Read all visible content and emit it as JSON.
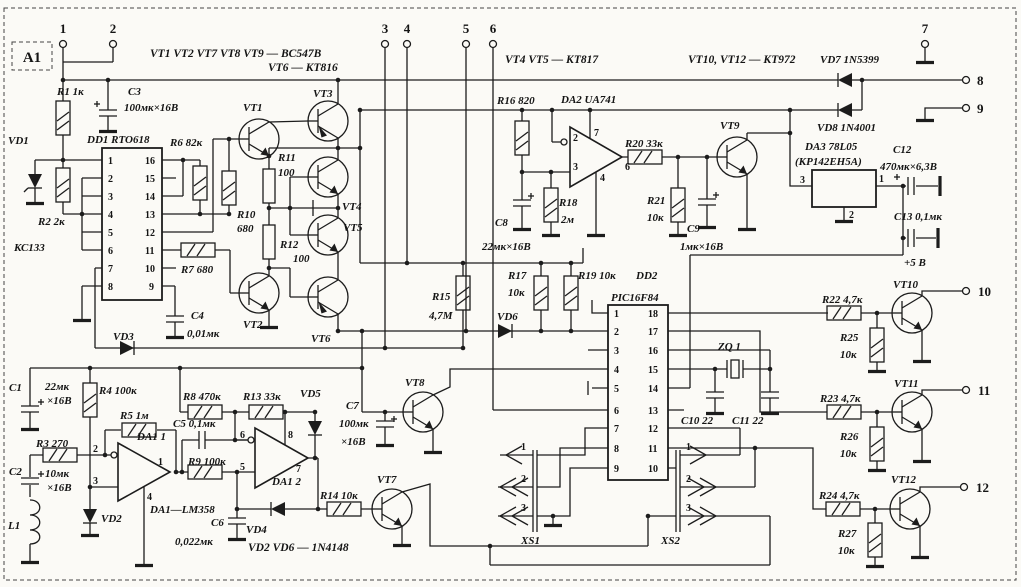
{
  "block": {
    "name": "A1"
  },
  "notes": {
    "bc547": "VT1 VT2 VT7 VT8 VT9 — BC547B",
    "kt816": "VT6 — КТ816",
    "kt817": "VT4 VT5 — КТ817",
    "kt972": "VT10, VT12 — КТ972",
    "n4148": "VD2  VD6 — 1N4148"
  },
  "terminals": [
    "1",
    "2",
    "3",
    "4",
    "5",
    "6",
    "7",
    "8",
    "9",
    "10",
    "11",
    "12"
  ],
  "labels": {
    "r1": "R1 1к",
    "r2": "R2 2к",
    "r3": "R3 270",
    "r4": "R4 100к",
    "r5": "R5 1м",
    "r6": "R6 82к",
    "r7": "R7 680",
    "r8": "R8 470к",
    "r9": "R9 100к",
    "r10": "R10",
    "r10v": "680",
    "r11": "R11",
    "r11v": "100",
    "r12": "R12",
    "r12v": "100",
    "r13": "R13 33к",
    "r14": "R14 10к",
    "r15": "R15",
    "r15v": "4,7М",
    "r16": "R16 820",
    "r17": "R17",
    "r17v": "10к",
    "r18": "R18",
    "r18v": "2м",
    "r19": "R19 10к",
    "r20": "R20 33к",
    "r21": "R21",
    "r21v": "10к",
    "r22": "R22 4,7к",
    "r23": "R23 4,7к",
    "r24": "R24 4,7к",
    "r25": "R25",
    "r25v": "10к",
    "r26": "R26",
    "r26v": "10к",
    "r27": "R27",
    "r27v": "10к",
    "c1": "C1",
    "c1v": "22мк",
    "c1u": "×16В",
    "c2": "C2",
    "c2v": "10мк",
    "c2u": "×16В",
    "c3": "C3",
    "c3v": "100мк×16В",
    "c4": "C4",
    "c4v": "0,01мк",
    "c5": "C5 0,1мк",
    "c6": "C6",
    "c6v": "0,022мк",
    "c7": "C7",
    "c7v": "100мк",
    "c7u": "×16В",
    "c8": "C8",
    "c8v": "22мк×16В",
    "c9": "C9",
    "c9v": "1мк×16В",
    "c10": "C10 22",
    "c11": "C11 22",
    "c12": "C12",
    "c12v": "470мк×6,3В",
    "c13": "C13 0,1мк",
    "vd1": "VD1",
    "kc133": "КС133",
    "vd2": "VD2",
    "vd3": "VD3",
    "vd4": "VD4",
    "vd5": "VD5",
    "vd6": "VD6",
    "vd7": "VD7 1N5399",
    "vd8": "VD8 1N4001",
    "vt1": "VT1",
    "vt2": "VT2",
    "vt3": "VT3",
    "vt4": "VT4",
    "vt5": "VT5",
    "vt6": "VT6",
    "vt7": "VT7",
    "vt8": "VT8",
    "vt9": "VT9",
    "vt10": "VT10",
    "vt11": "VT11",
    "vt12": "VT12",
    "dd1": "DD1 RTO618",
    "dd2": "DD2",
    "dd2p": "PIC16F84",
    "da1": "DA1—LM358",
    "da11": "DA1 1",
    "da12": "DA1 2",
    "da2": "DA2 UA741",
    "da3": "DA3 78L05",
    "da3b": "(КР142ЕН5А)",
    "l1": "L1",
    "zq1": "ZQ 1",
    "xs1": "XS1",
    "xs2": "XS2",
    "plus5": "+5 В"
  },
  "pins": {
    "dd1l": [
      "1",
      "2",
      "3",
      "4",
      "5",
      "6",
      "7",
      "8"
    ],
    "dd1r": [
      "16",
      "15",
      "14",
      "13",
      "12",
      "11",
      "10",
      "9"
    ],
    "dd2l": [
      "1",
      "2",
      "3",
      "4",
      "5",
      "6",
      "7",
      "8",
      "9"
    ],
    "dd2r": [
      "18",
      "17",
      "16",
      "15",
      "14",
      "13",
      "12",
      "11",
      "10"
    ],
    "da11": [
      "2",
      "3",
      "1",
      "4"
    ],
    "da12": [
      "6",
      "5",
      "8",
      "7"
    ],
    "da2": [
      "2",
      "3",
      "7",
      "4",
      "6"
    ],
    "da3": [
      "3",
      "1",
      "2"
    ],
    "xs": [
      "1",
      "2",
      "3"
    ]
  }
}
